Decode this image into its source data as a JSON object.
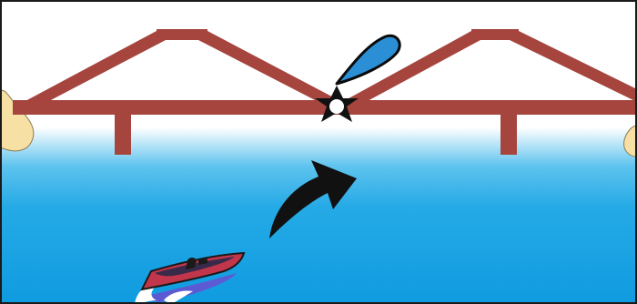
{
  "scene": {
    "description_label": "",
    "colors": {
      "frame": "#1a1a1a",
      "sky": "#ffffff",
      "water_top": "#e9f6fc",
      "water_mid": "#5ec3ee",
      "water_deep": "#0f9be0",
      "bridge": "#a5453e",
      "shore": "#f7e0a3",
      "shore_outline": "#8c7a55",
      "droplet": "#2b8fd6",
      "arrow": "#111111",
      "boat_hull": "#c2364b",
      "boat_deck": "#3a2a4a",
      "spray": "#ffffff",
      "wake": "#6a4fd0"
    },
    "icons": [
      "bridge-truss",
      "impact-star",
      "water-droplet",
      "upward-arrow",
      "speedboat",
      "shore-rock-left",
      "shore-rock-right"
    ]
  }
}
